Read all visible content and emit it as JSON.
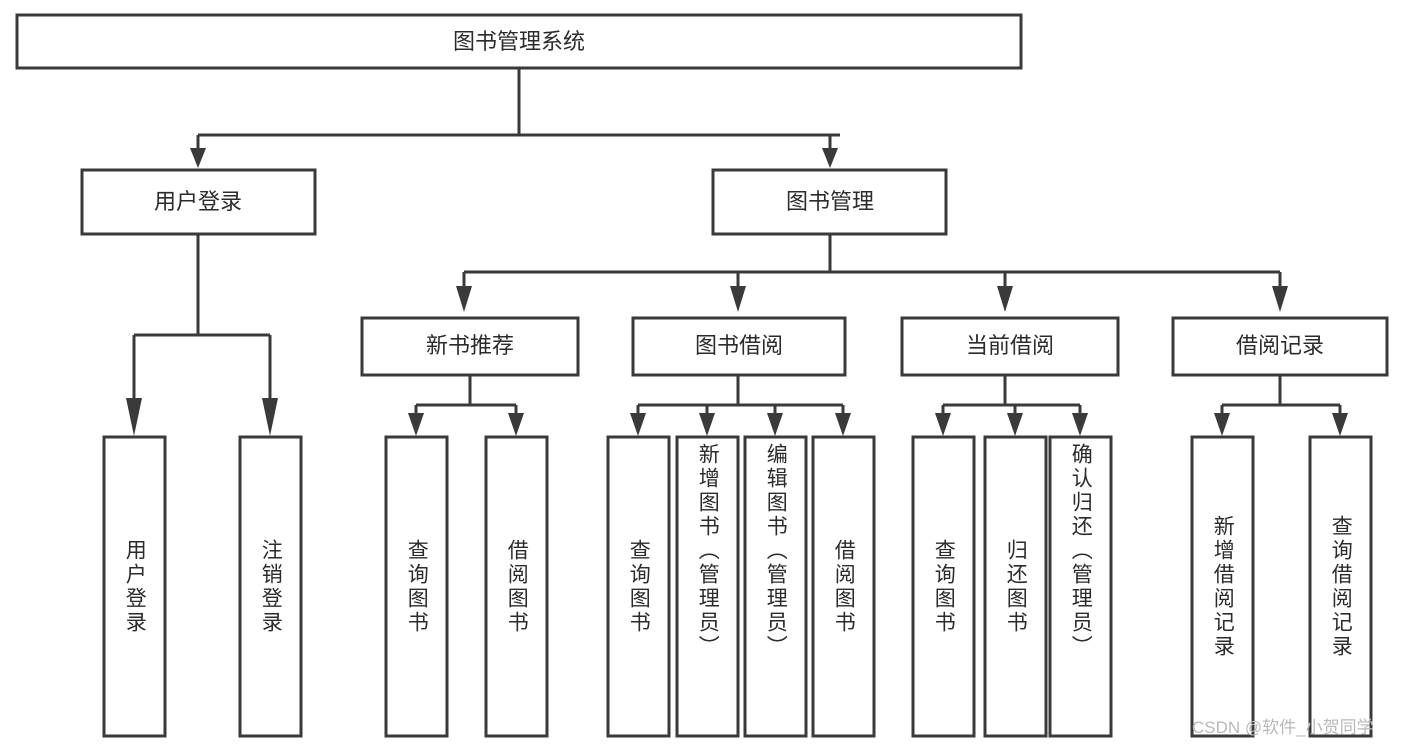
{
  "diagram": {
    "title": "图书管理系统",
    "type": "tree-hierarchy",
    "watermark": "CSDN @软件_小贺同学",
    "colors": {
      "stroke": "#3a3a3a",
      "box_fill": "#ffffff",
      "text": "#2b2b2b",
      "watermark": "#b9b9b9",
      "background": "#ffffff"
    },
    "levels": [
      {
        "level": 0,
        "nodes": [
          {
            "id": "root",
            "label": "图书管理系统",
            "orientation": "horizontal"
          }
        ]
      },
      {
        "level": 1,
        "nodes": [
          {
            "id": "user-login",
            "label": "用户登录",
            "orientation": "horizontal",
            "parent": "root"
          },
          {
            "id": "book-manage",
            "label": "图书管理",
            "orientation": "horizontal",
            "parent": "root"
          }
        ]
      },
      {
        "level": 2,
        "nodes": [
          {
            "id": "new-book-rec",
            "label": "新书推荐",
            "orientation": "horizontal",
            "parent": "book-manage"
          },
          {
            "id": "book-borrow",
            "label": "图书借阅",
            "orientation": "horizontal",
            "parent": "book-manage"
          },
          {
            "id": "current-borrow",
            "label": "当前借阅",
            "orientation": "horizontal",
            "parent": "book-manage"
          },
          {
            "id": "borrow-record",
            "label": "借阅记录",
            "orientation": "horizontal",
            "parent": "book-manage"
          }
        ]
      },
      {
        "level": 3,
        "nodes": [
          {
            "id": "leaf-user-login",
            "label": "用户登录",
            "orientation": "vertical",
            "parent": "user-login"
          },
          {
            "id": "leaf-logout",
            "label": "注销登录",
            "orientation": "vertical",
            "parent": "user-login"
          },
          {
            "id": "leaf-query-book-1",
            "label": "查询图书",
            "orientation": "vertical",
            "parent": "new-book-rec"
          },
          {
            "id": "leaf-borrow-book-1",
            "label": "借阅图书",
            "orientation": "vertical",
            "parent": "new-book-rec"
          },
          {
            "id": "leaf-query-book-2",
            "label": "查询图书",
            "orientation": "vertical",
            "parent": "book-borrow"
          },
          {
            "id": "leaf-add-book",
            "label": "新增图书（管理员）",
            "orientation": "vertical",
            "parent": "book-borrow"
          },
          {
            "id": "leaf-edit-book",
            "label": "编辑图书（管理员）",
            "orientation": "vertical",
            "parent": "book-borrow"
          },
          {
            "id": "leaf-borrow-book-2",
            "label": "借阅图书",
            "orientation": "vertical",
            "parent": "book-borrow"
          },
          {
            "id": "leaf-query-book-3",
            "label": "查询图书",
            "orientation": "vertical",
            "parent": "current-borrow"
          },
          {
            "id": "leaf-return-book",
            "label": "归还图书",
            "orientation": "vertical",
            "parent": "current-borrow"
          },
          {
            "id": "leaf-confirm-return",
            "label": "确认归还（管理员）",
            "orientation": "vertical",
            "parent": "current-borrow"
          },
          {
            "id": "leaf-add-record",
            "label": "新增借阅记录",
            "orientation": "vertical",
            "parent": "borrow-record"
          },
          {
            "id": "leaf-query-record",
            "label": "查询借阅记录",
            "orientation": "vertical",
            "parent": "borrow-record"
          }
        ]
      }
    ]
  }
}
